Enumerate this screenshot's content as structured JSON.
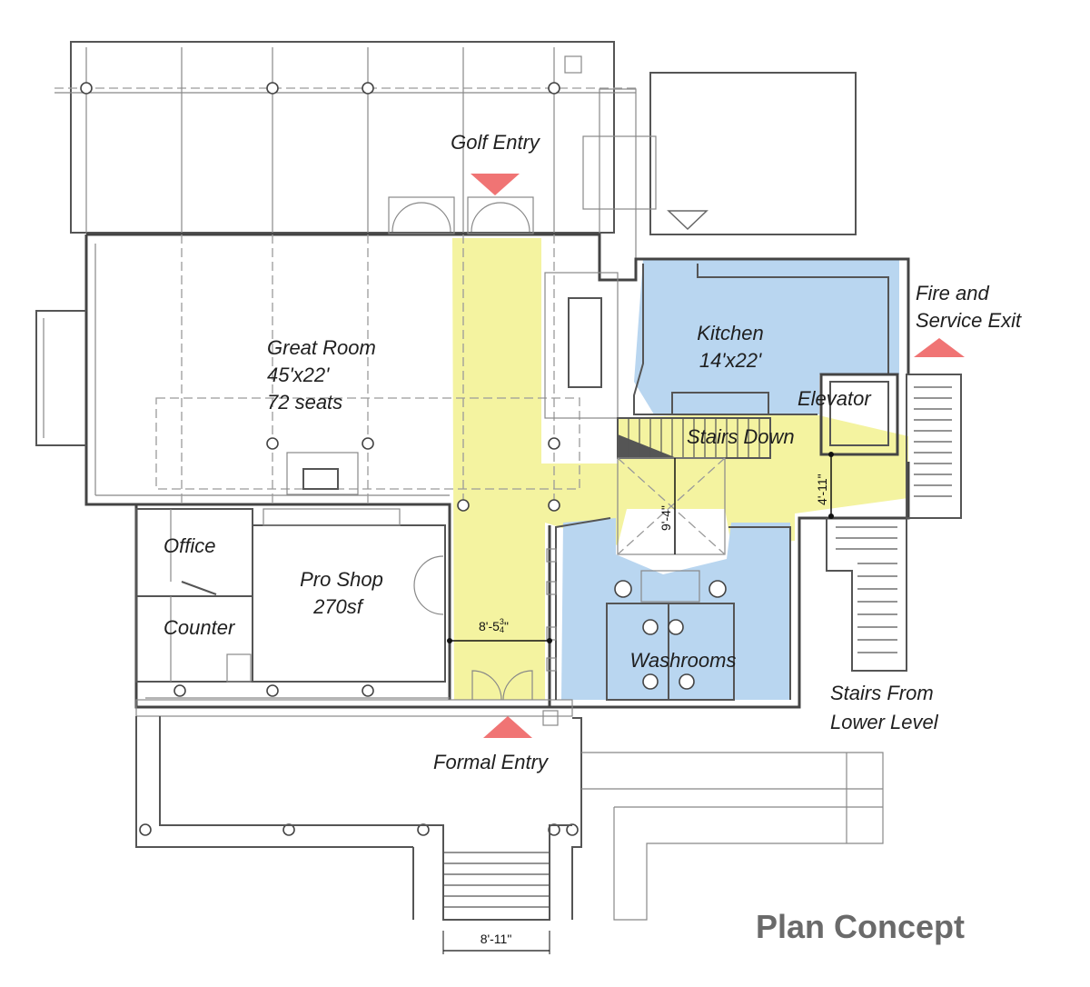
{
  "rooms": {
    "golf_entry": "Golf Entry",
    "great_room": [
      "Great Room",
      "45'x22'",
      "72 seats"
    ],
    "kitchen": [
      "Kitchen",
      "14'x22'"
    ],
    "fire_exit": [
      "Fire and",
      "Service Exit"
    ],
    "elevator": "Elevator",
    "stairs_down": "Stairs Down",
    "office": "Office",
    "pro_shop": [
      "Pro Shop",
      "270sf"
    ],
    "counter": "Counter",
    "washrooms": "Washrooms",
    "stairs_lower": [
      "Stairs From",
      "Lower Level"
    ],
    "formal_entry": "Formal Entry"
  },
  "dimensions": {
    "d1": "8'-5",
    "d1_sup": "3",
    "d1_sub": "4",
    "d1_end": "\"",
    "d2": "9'-4\"",
    "d3": "4'-11\"",
    "d4": "8'-11\""
  },
  "title": "Plan Concept",
  "colors": {
    "circulation": "#f4f3a0",
    "service": "#b9d6f0",
    "entry_marker": "#f07474"
  }
}
